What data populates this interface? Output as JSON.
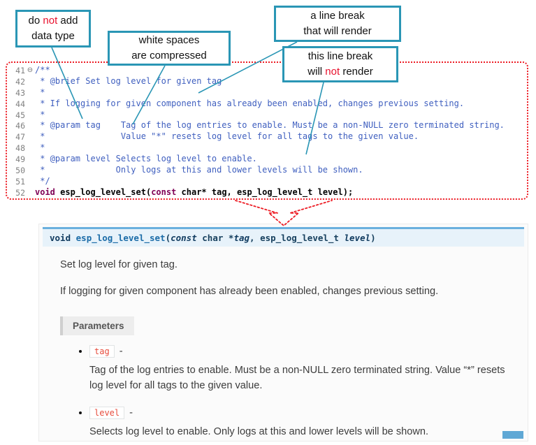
{
  "colors": {
    "callout_border": "#2a96b5",
    "highlight_red": "#e8112d",
    "code_border_red": "#ed1c24",
    "comment_blue": "#3f5fbf",
    "keyword_purple": "#7f0055",
    "signature_bg": "#e7f2fa",
    "signature_border": "#6ab0de",
    "param_literal_red": "#e74c3c"
  },
  "callouts": [
    {
      "id": "no-datatype",
      "lines": [
        [
          {
            "t": "do "
          },
          {
            "t": "not",
            "c": "red"
          },
          {
            "t": " add"
          }
        ],
        [
          {
            "t": "data type"
          }
        ]
      ]
    },
    {
      "id": "whitespace",
      "lines": [
        [
          {
            "t": "white spaces"
          }
        ],
        [
          {
            "t": "are  compressed"
          }
        ]
      ]
    },
    {
      "id": "line-break-render",
      "lines": [
        [
          {
            "t": "a line break"
          }
        ],
        [
          {
            "t": "that will render"
          }
        ]
      ]
    },
    {
      "id": "line-break-norender",
      "lines": [
        [
          {
            "t": "this line break"
          }
        ],
        [
          {
            "t": "will "
          },
          {
            "t": "not",
            "c": "red"
          },
          {
            "t": " render"
          }
        ]
      ]
    }
  ],
  "editor": {
    "lines": [
      {
        "num": "41",
        "fold": "⊖",
        "segments": [
          {
            "t": "/**",
            "c": "cmt"
          }
        ]
      },
      {
        "num": "42",
        "segments": [
          {
            "t": " * @brief Set log level for given tag",
            "c": "cmt"
          }
        ]
      },
      {
        "num": "43",
        "segments": [
          {
            "t": " *",
            "c": "cmt"
          }
        ]
      },
      {
        "num": "44",
        "segments": [
          {
            "t": " * If logging for given component has already been enabled, changes previous setting.",
            "c": "cmt"
          }
        ]
      },
      {
        "num": "45",
        "segments": [
          {
            "t": " *",
            "c": "cmt"
          }
        ]
      },
      {
        "num": "46",
        "segments": [
          {
            "t": " * @param tag    Tag of the log entries to enable. Must be a non-NULL zero terminated string.",
            "c": "cmt"
          }
        ]
      },
      {
        "num": "47",
        "segments": [
          {
            "t": " *               Value \"*\" resets log level for all tags to the given value.",
            "c": "cmt"
          }
        ]
      },
      {
        "num": "48",
        "segments": [
          {
            "t": " *",
            "c": "cmt"
          }
        ]
      },
      {
        "num": "49",
        "segments": [
          {
            "t": " * @param level Selects log level to enable.",
            "c": "cmt"
          }
        ]
      },
      {
        "num": "50",
        "segments": [
          {
            "t": " *              Only logs at this and lower levels will be shown.",
            "c": "cmt"
          }
        ]
      },
      {
        "num": "51",
        "segments": [
          {
            "t": " */",
            "c": "cmt"
          }
        ]
      },
      {
        "num": "52",
        "segments": [
          {
            "t": "void",
            "c": "kw"
          },
          {
            "t": " esp_log_level_set(",
            "c": "pln"
          },
          {
            "t": "const",
            "c": "kw"
          },
          {
            "t": " char* tag, esp_log_level_t level);",
            "c": "pln"
          }
        ]
      }
    ]
  },
  "docs": {
    "signature": {
      "segments": [
        {
          "t": "void ",
          "c": "s-kw"
        },
        {
          "t": "esp_log_level_set",
          "c": "s-name"
        },
        {
          "t": "(",
          "c": "s-pln"
        },
        {
          "t": "const",
          "c": "s-kwit"
        },
        {
          "t": " char *",
          "c": "s-pln"
        },
        {
          "t": "tag",
          "c": "s-arg"
        },
        {
          "t": ", ",
          "c": "s-pln"
        },
        {
          "t": "esp_log_level_t ",
          "c": "s-pln"
        },
        {
          "t": "level",
          "c": "s-arg"
        },
        {
          "t": ")",
          "c": "s-pln"
        }
      ]
    },
    "brief": "Set log level for given tag.",
    "description": "If logging for given component has already been enabled, changes previous setting.",
    "parameters_label": "Parameters",
    "param_separator": "-",
    "params": [
      {
        "name": "tag",
        "desc": "Tag of the log entries to enable. Must be a non-NULL zero terminated string. Value “*” resets log level for all tags to the given value."
      },
      {
        "name": "level",
        "desc": "Selects log level to enable. Only logs at this and lower levels will be shown."
      }
    ]
  }
}
